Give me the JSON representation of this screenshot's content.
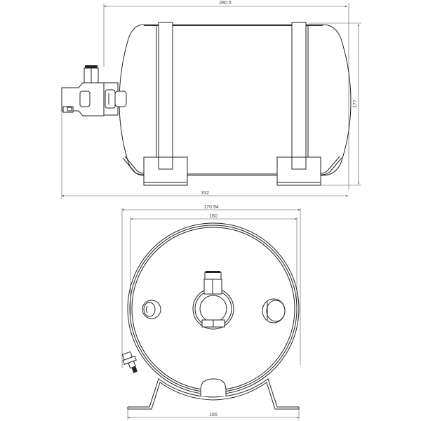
{
  "drawing": {
    "type": "technical-drawing",
    "subject": "horizontal cylindrical tank with mounting brackets and valve",
    "views": [
      {
        "name": "side-view",
        "dimensions": {
          "body_length": "280.5",
          "height": "177",
          "overall_length": "332"
        }
      },
      {
        "name": "end-view",
        "dimensions": {
          "overall_width": "170.94",
          "diameter": "160",
          "bracket_width": "165"
        }
      }
    ]
  },
  "labels": {
    "dim_280_5": "280.5",
    "dim_177": "177",
    "dim_332": "332",
    "dim_170_94": "170.94",
    "dim_160": "160",
    "dim_165": "165"
  }
}
